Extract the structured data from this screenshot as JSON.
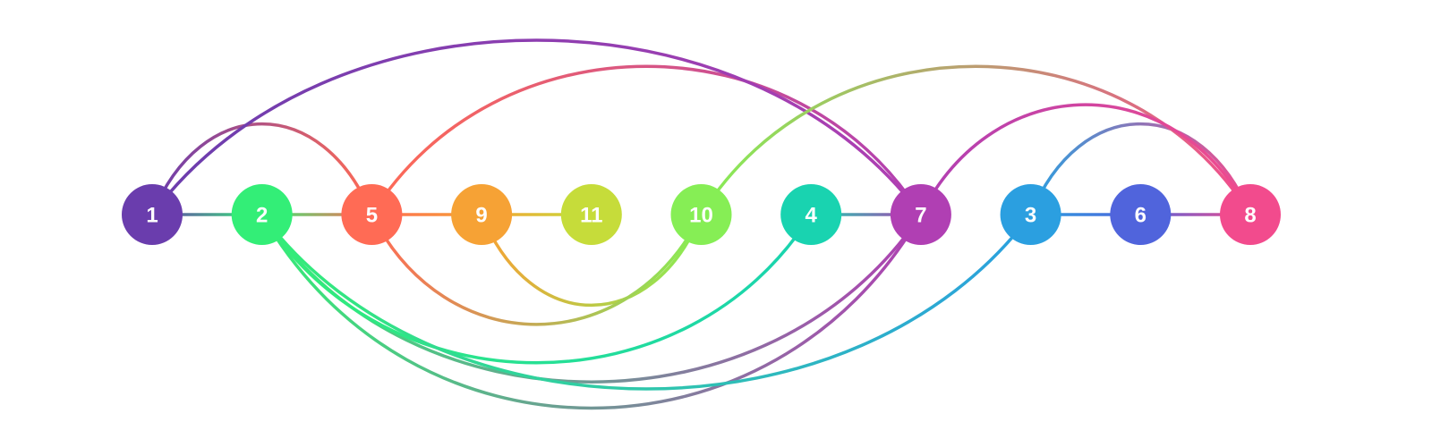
{
  "diagram": {
    "type": "arc-diagram",
    "nodes": [
      {
        "id": "1",
        "label": "1",
        "color": "#6a3dad"
      },
      {
        "id": "2",
        "label": "2",
        "color": "#33ee77"
      },
      {
        "id": "5",
        "label": "5",
        "color": "#ff6b55"
      },
      {
        "id": "9",
        "label": "9",
        "color": "#f6a235"
      },
      {
        "id": "11",
        "label": "11",
        "color": "#c6dc3a"
      },
      {
        "id": "10",
        "label": "10",
        "color": "#86ee55"
      },
      {
        "id": "4",
        "label": "4",
        "color": "#19d3b0"
      },
      {
        "id": "7",
        "label": "7",
        "color": "#b03fb3"
      },
      {
        "id": "3",
        "label": "3",
        "color": "#2b9fe0"
      },
      {
        "id": "6",
        "label": "6",
        "color": "#5064dc"
      },
      {
        "id": "8",
        "label": "8",
        "color": "#f24b8d"
      }
    ],
    "edges": [
      {
        "source": "1",
        "target": "2"
      },
      {
        "source": "2",
        "target": "5"
      },
      {
        "source": "5",
        "target": "9"
      },
      {
        "source": "9",
        "target": "11"
      },
      {
        "source": "4",
        "target": "7"
      },
      {
        "source": "3",
        "target": "6"
      },
      {
        "source": "6",
        "target": "8"
      },
      {
        "source": "1",
        "target": "5"
      },
      {
        "source": "5",
        "target": "7"
      },
      {
        "source": "3",
        "target": "8"
      },
      {
        "source": "9",
        "target": "10"
      },
      {
        "source": "1",
        "target": "7"
      },
      {
        "source": "10",
        "target": "8"
      },
      {
        "source": "7",
        "target": "8"
      },
      {
        "source": "5",
        "target": "10"
      },
      {
        "source": "2",
        "target": "7"
      },
      {
        "source": "2",
        "target": "4"
      },
      {
        "source": "2",
        "target": "7"
      },
      {
        "source": "2",
        "target": "3"
      }
    ]
  }
}
